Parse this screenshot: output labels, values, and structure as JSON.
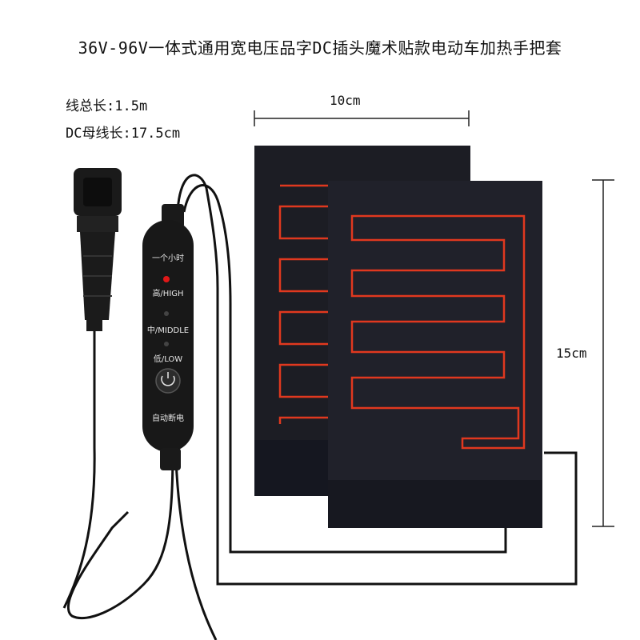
{
  "title": "36V-96V一体式通用宽电压品字DC插头魔术贴款电动车加热手把套",
  "specs": {
    "total_length": "线总长:1.5m",
    "dc_length": "DC母线长:17.5cm"
  },
  "dimensions": {
    "width": "10cm",
    "height": "15cm"
  },
  "controller": {
    "one_hour": "一个小时",
    "high": "高/HIGH",
    "middle": "中/MIDDLE",
    "low": "低/LOW",
    "auto_off": "自动断电"
  },
  "colors": {
    "heater_trace": "#e0381f",
    "pad": "#1c1d24",
    "cable": "#111111"
  }
}
